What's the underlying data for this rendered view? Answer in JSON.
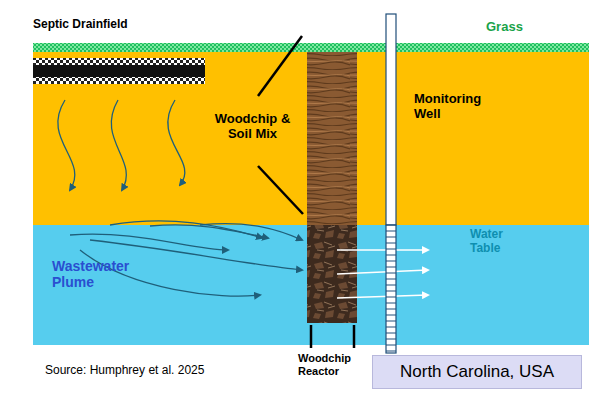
{
  "diagram": {
    "nodes": [
      {
        "text": [
          "North Carolina, USA"
        ]
      }
    ],
    "labels": [
      "Septic Drainfield",
      "Grass",
      "Woodchip & Soil Mix",
      "Monitoring Well",
      "Water Table",
      "Wastewater Plume",
      "Source: Humphrey et al. 2025",
      "Woodchip Reactor"
    ]
  }
}
